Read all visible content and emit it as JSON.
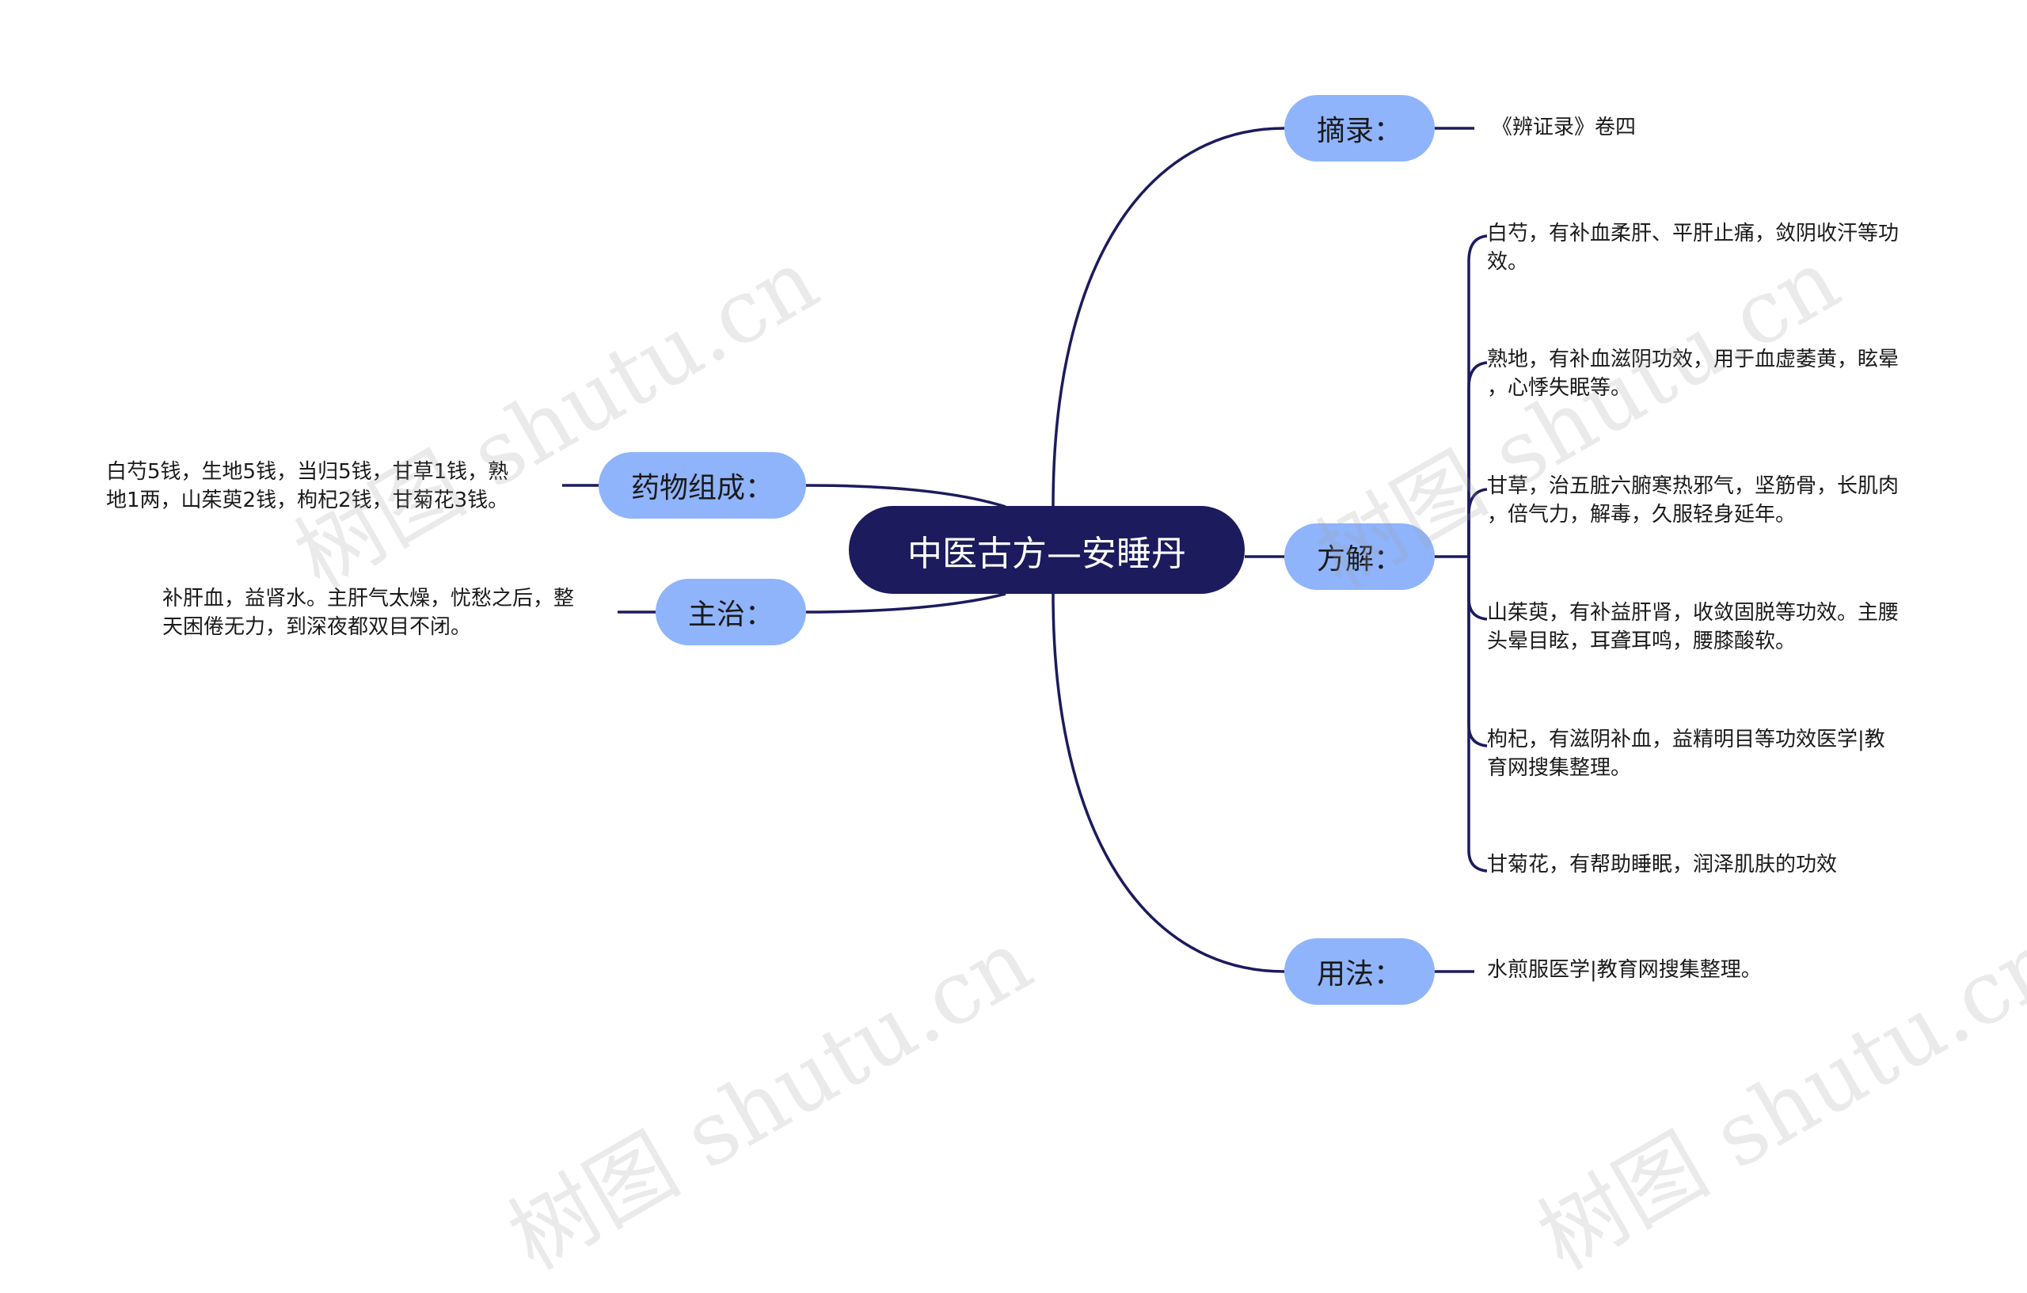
{
  "root": {
    "label": "中医古方—安睡丹"
  },
  "branches": {
    "excerpt": {
      "label": "摘录：",
      "items": [
        "《辨证录》卷四"
      ]
    },
    "formula": {
      "label": "方解：",
      "items": [
        "白芍，有补血柔肝、平肝止痛，敛阴收汗等功\n效。",
        "熟地，有补血滋阴功效，用于血虚萎黄，眩晕\n，心悸失眠等。",
        "甘草，治五脏六腑寒热邪气，坚筋骨，长肌肉\n，倍气力，解毒，久服轻身延年。",
        "山茱萸，有补益肝肾，收敛固脱等功效。主腰\n头晕目眩，耳聋耳鸣，腰膝酸软。",
        "枸杞，有滋阴补血，益精明目等功效医学|教\n育网搜集整理。",
        "甘菊花，有帮助睡眠，润泽肌肤的功效"
      ]
    },
    "usage": {
      "label": "用法：",
      "items": [
        "水煎服医学|教育网搜集整理。"
      ]
    },
    "ingredients": {
      "label": "药物组成：",
      "items": [
        "白芍5钱，生地5钱，当归5钱，甘草1钱，熟\n地1两，山茱萸2钱，枸杞2钱，甘菊花3钱。"
      ]
    },
    "indications": {
      "label": "主治：",
      "items": [
        "补肝血，益肾水。主肝气太燥，忧愁之后，整\n天困倦无力，到深夜都双目不闭。"
      ]
    }
  },
  "watermark": "树图 shutu.cn",
  "colors": {
    "root_fill": "#1b1b5e",
    "branch_fill": "#8fb4fb",
    "line": "#1b1b5e"
  }
}
